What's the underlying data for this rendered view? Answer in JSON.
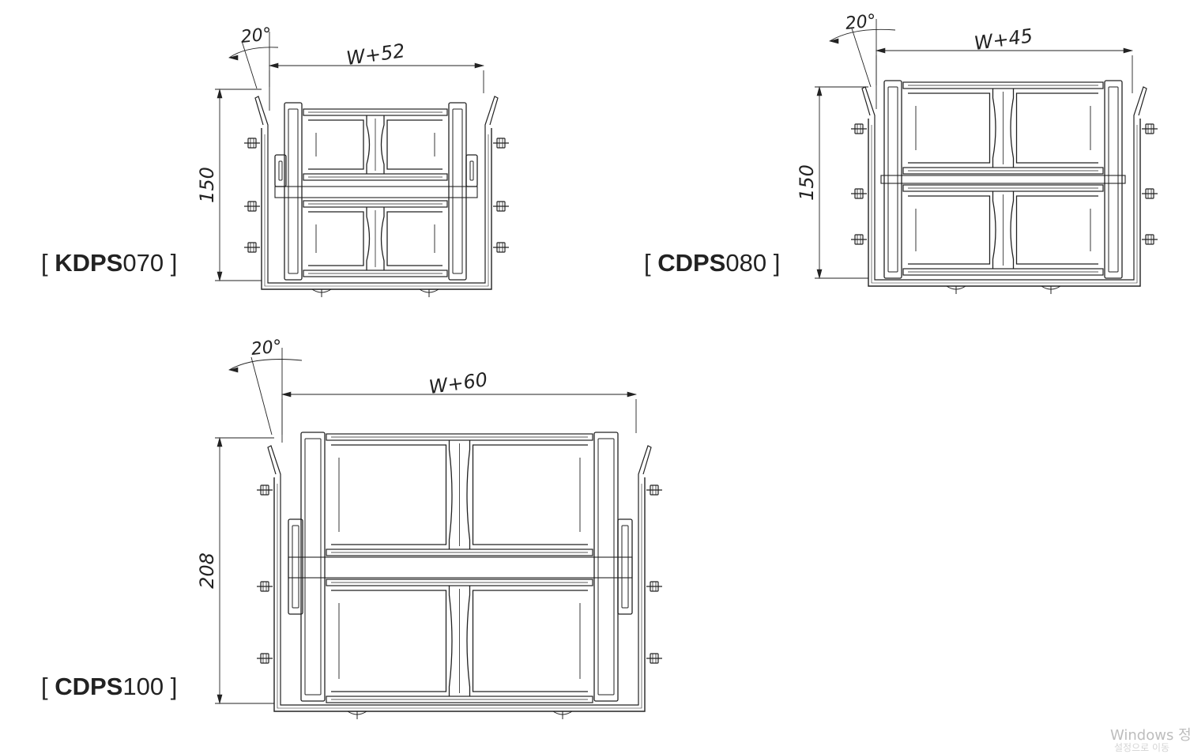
{
  "models": [
    {
      "id": "kdps070",
      "prefix": "[ ",
      "bold": "KDPS",
      "num": "070",
      "suffix": " ]",
      "width_dim": "W+52",
      "height_dim": "150",
      "angle": "20°"
    },
    {
      "id": "cdps080",
      "prefix": "[ ",
      "bold": "CDPS",
      "num": "080",
      "suffix": " ]",
      "width_dim": "W+45",
      "height_dim": "150",
      "angle": "20°"
    },
    {
      "id": "cdps100",
      "prefix": "[ ",
      "bold": "CDPS",
      "num": "100",
      "suffix": " ]",
      "width_dim": "W+60",
      "height_dim": "208",
      "angle": "20°"
    }
  ],
  "watermark": {
    "line1": "Windows 정",
    "line2": "설정으로 이동"
  }
}
